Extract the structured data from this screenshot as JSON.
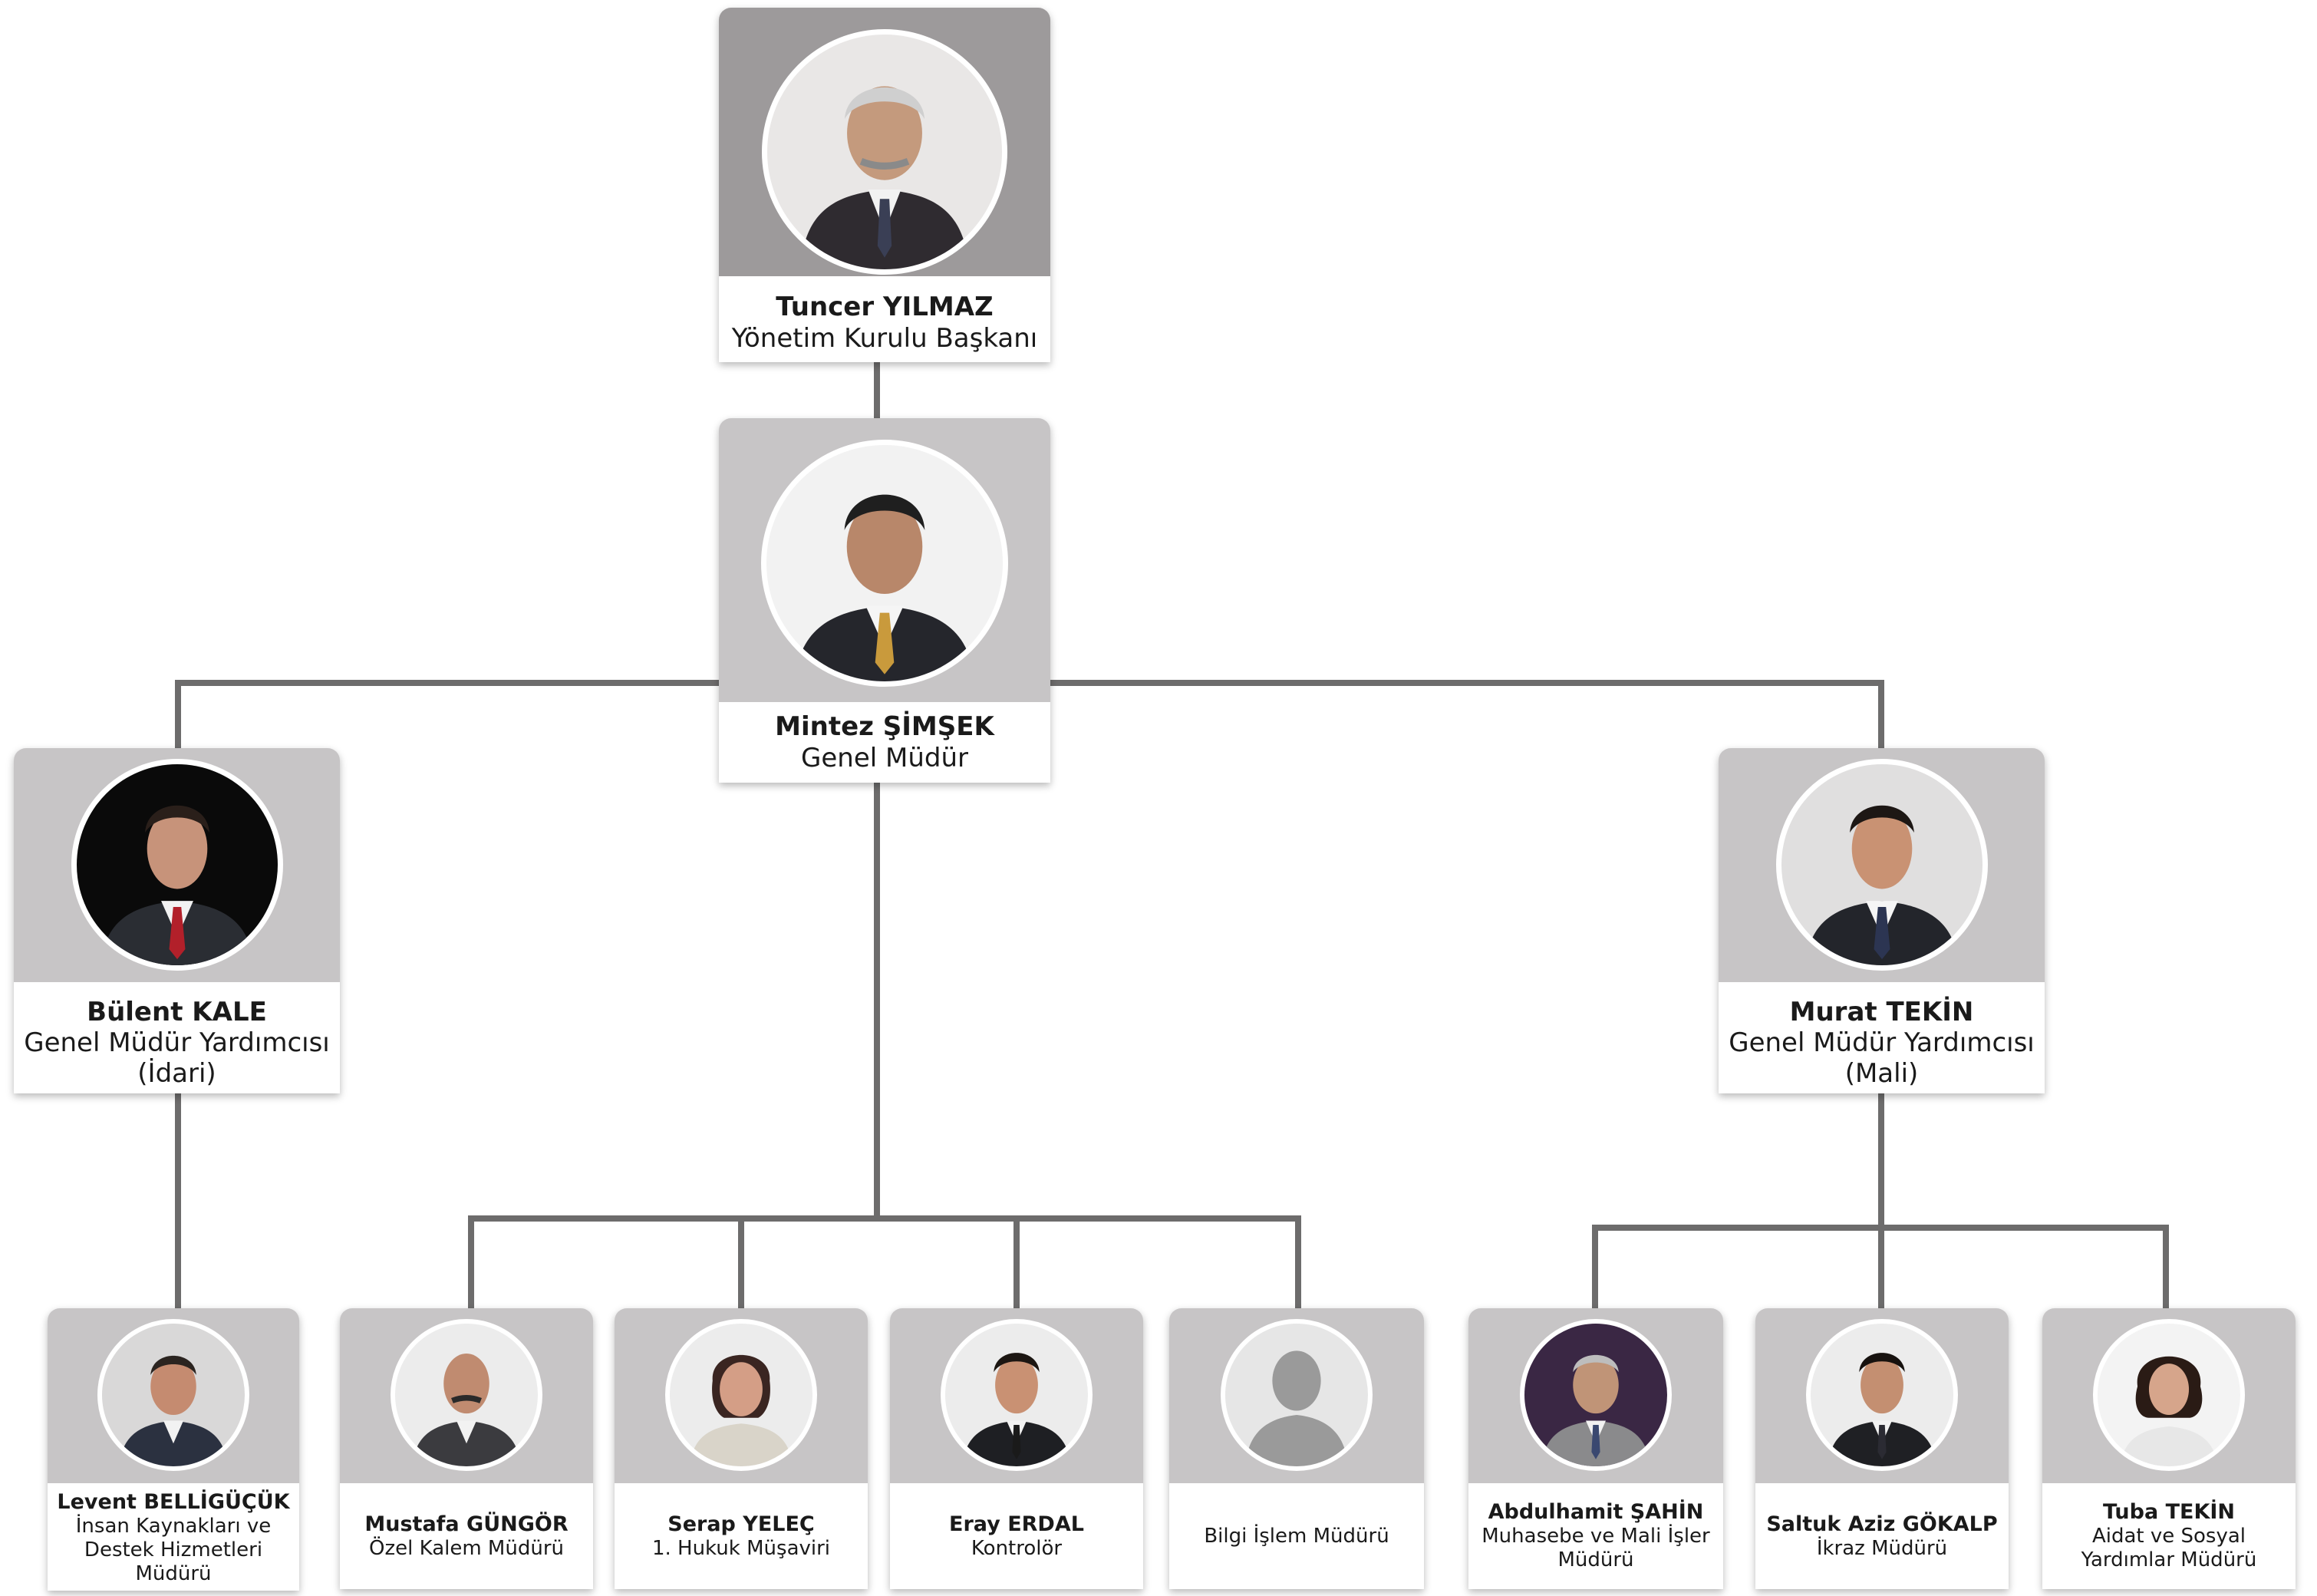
{
  "nodes": {
    "chairman": {
      "name": "Tuncer YILMAZ",
      "title": "Yönetim Kurulu Başkanı"
    },
    "general_manager": {
      "name": "Mintez ŞİMŞEK",
      "title": "Genel Müdür"
    },
    "deputy_admin": {
      "name": "Bülent KALE",
      "title_line1": "Genel Müdür Yardımcısı",
      "title_line2": "(İdari)"
    },
    "deputy_finance": {
      "name": "Murat TEKİN",
      "title_line1": "Genel Müdür Yardımcısı",
      "title_line2": "(Mali)"
    },
    "hr": {
      "name": "Levent BELLİGÜÇÜK",
      "title_line1": "İnsan Kaynakları ve",
      "title_line2": "Destek Hizmetleri",
      "title_line3": "Müdürü"
    },
    "private_office": {
      "name": "Mustafa GÜNGÖR",
      "title": "Özel Kalem Müdürü"
    },
    "legal": {
      "name": "Serap YELEÇ",
      "title": "1. Hukuk Müşaviri"
    },
    "controller": {
      "name": "Eray ERDAL",
      "title": "Kontrolör"
    },
    "it": {
      "name": "",
      "title": "Bilgi İşlem Müdürü"
    },
    "accounting": {
      "name": "Abdulhamit ŞAHİN",
      "title_line1": "Muhasebe ve Mali İşler",
      "title_line2": "Müdürü"
    },
    "loans": {
      "name": "Saltuk Aziz GÖKALP",
      "title": "İkraz Müdürü"
    },
    "social": {
      "name": "Tuba TEKİN",
      "title_line1": "Aidat ve Sosyal",
      "title_line2": "Yardımlar Müdürü"
    }
  },
  "colors": {
    "connector": "#6d6c6c",
    "card_top": "#c7c5c6",
    "card_top_chair": "#9d9a9b",
    "placeholder_silhouette": "#9a9a9a"
  },
  "icons": {
    "photo": "person-photo-icon",
    "placeholder": "person-placeholder-icon"
  }
}
